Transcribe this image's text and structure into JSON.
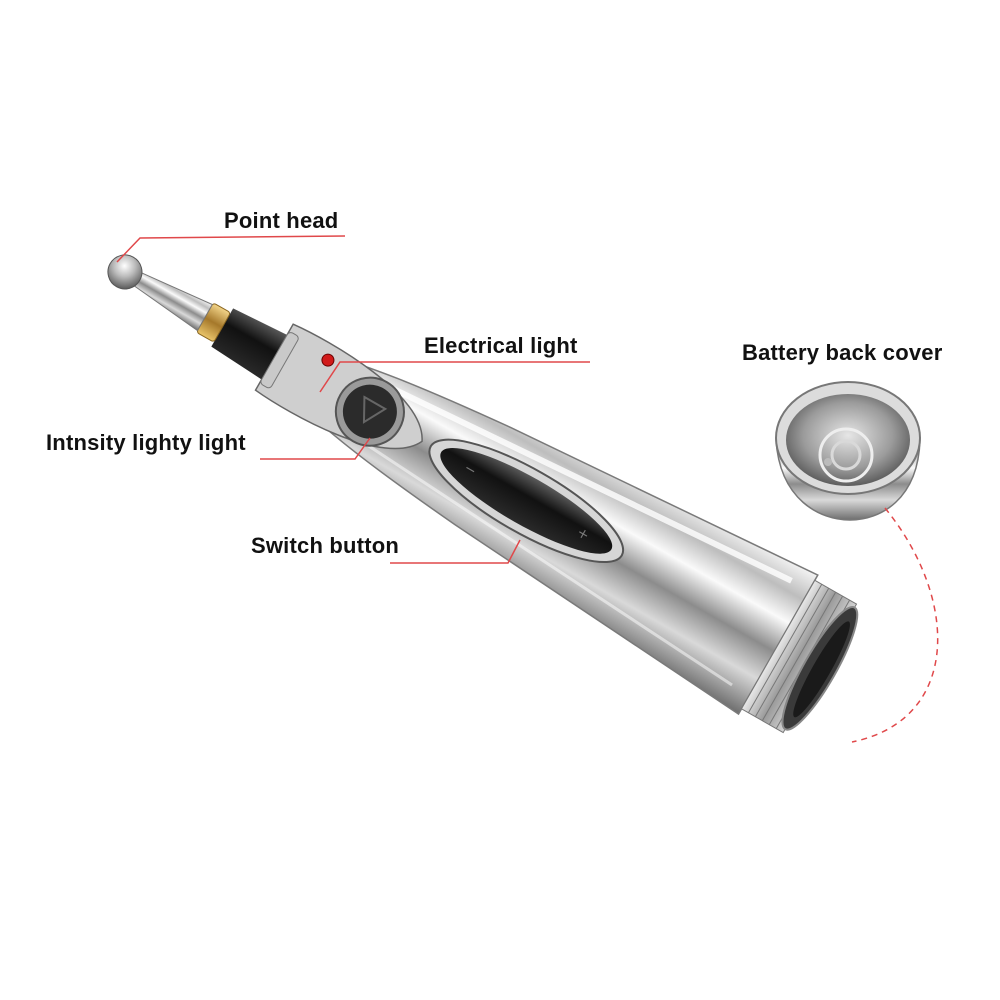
{
  "labels": {
    "point_head": "Point head",
    "electrical_light": "Electrical light",
    "intensity_light": "Intnsity lighty light",
    "switch_button": "Switch button",
    "battery_back_cover": "Battery back cover"
  },
  "colors": {
    "leader_line": "#e0484a",
    "text": "#111111",
    "indicator_led": "#d11a1a"
  },
  "icons": {
    "pen": "acupuncture-pen-illustration",
    "cover": "battery-cover-illustration"
  }
}
